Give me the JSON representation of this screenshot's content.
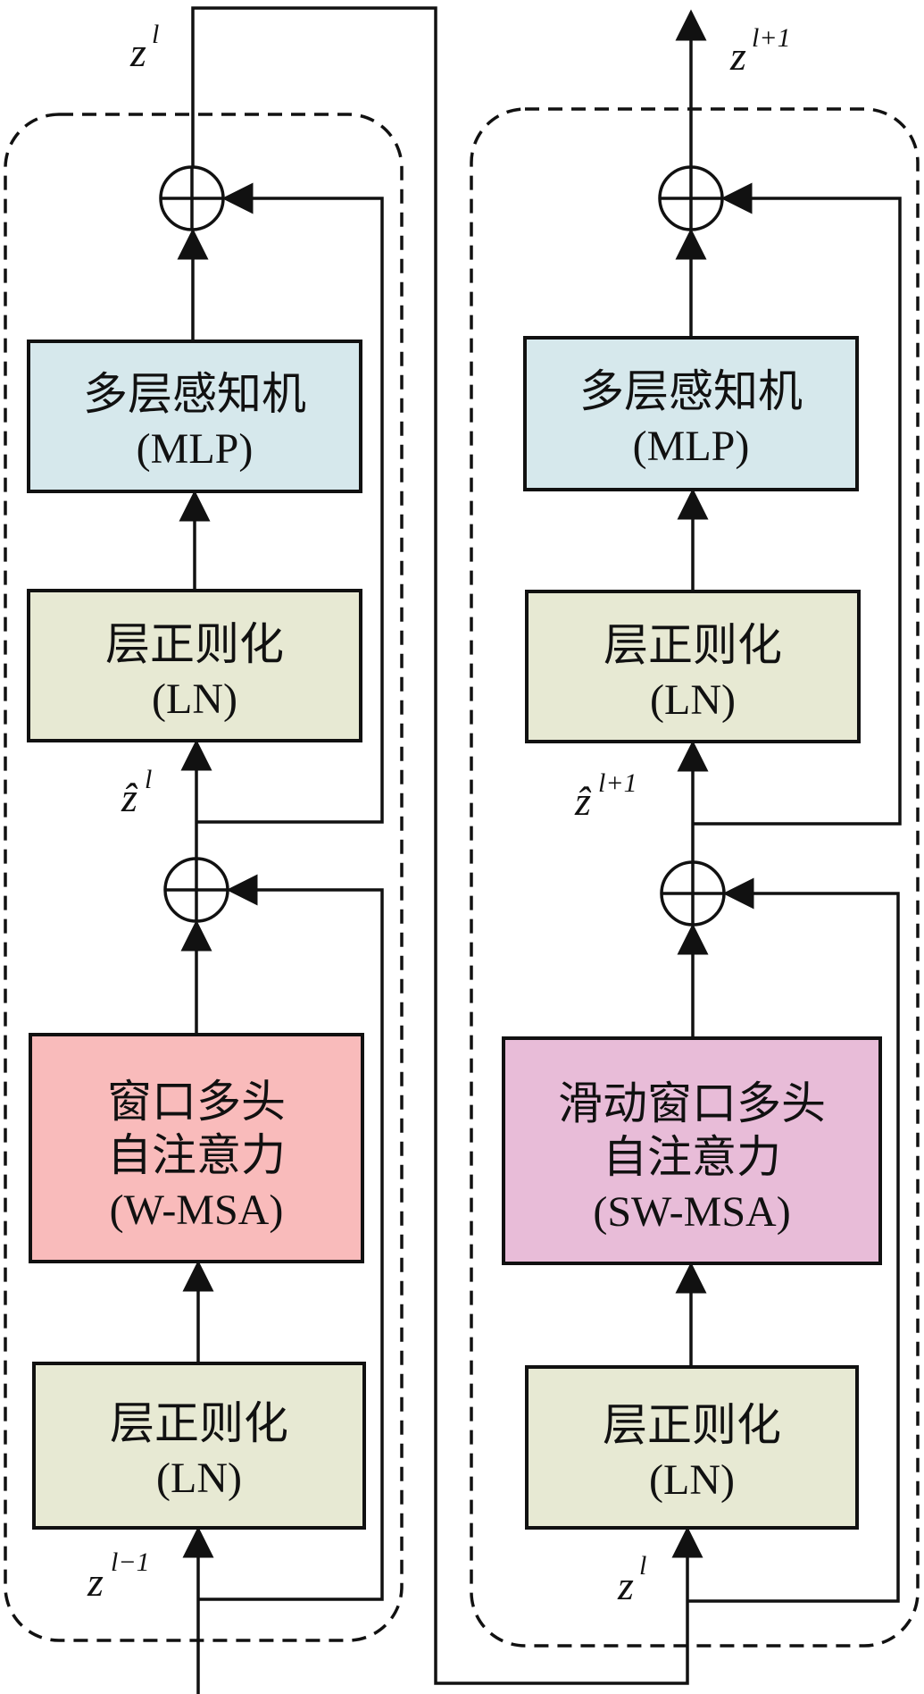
{
  "colors": {
    "mlp": "#d6e8ec",
    "ln": "#e7e9d3",
    "wmsa": "#f9bbbb",
    "swmsa": "#e8bcd8",
    "line": "#111111"
  },
  "left_block": {
    "mlp": {
      "line1": "多层感知机",
      "line2": "(MLP)"
    },
    "ln_top": {
      "line1": "层正则化",
      "line2": "(LN)"
    },
    "attention": {
      "line1": "窗口多头",
      "line2": "自注意力",
      "line3": "(W-MSA)"
    },
    "ln_bottom": {
      "line1": "层正则化",
      "line2": "(LN)"
    },
    "label_output": {
      "base": "z",
      "sup": "l"
    },
    "label_mid": {
      "base": "ẑ",
      "sup": "l"
    },
    "label_input": {
      "base": "z",
      "sup": "l−1"
    }
  },
  "right_block": {
    "mlp": {
      "line1": "多层感知机",
      "line2": "(MLP)"
    },
    "ln_top": {
      "line1": "层正则化",
      "line2": "(LN)"
    },
    "attention": {
      "line1": "滑动窗口多头",
      "line2": "自注意力",
      "line3": "(SW-MSA)"
    },
    "ln_bottom": {
      "line1": "层正则化",
      "line2": "(LN)"
    },
    "label_output": {
      "base": "z",
      "sup": "l+1"
    },
    "label_mid": {
      "base": "ẑ",
      "sup": "l+1"
    },
    "label_input": {
      "base": "z",
      "sup": "l"
    }
  }
}
